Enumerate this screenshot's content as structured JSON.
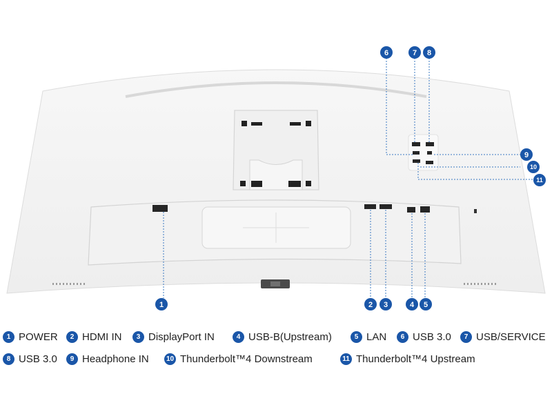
{
  "colors": {
    "accent": "#1a56a8",
    "monitor_body": "#f4f4f4",
    "port": "#2a2a2a"
  },
  "callouts": [
    {
      "num": "1",
      "label": "POWER"
    },
    {
      "num": "2",
      "label": "HDMI IN"
    },
    {
      "num": "3",
      "label": "DisplayPort IN"
    },
    {
      "num": "4",
      "label": "USB-B(Upstream)"
    },
    {
      "num": "5",
      "label": "LAN"
    },
    {
      "num": "6",
      "label": "USB 3.0"
    },
    {
      "num": "7",
      "label": "USB/SERVICE"
    },
    {
      "num": "8",
      "label": "USB 3.0"
    },
    {
      "num": "9",
      "label": "Headphone IN"
    },
    {
      "num": "10",
      "label": "Thunderbolt™4 Downstream"
    },
    {
      "num": "11",
      "label": "Thunderbolt™4 Upstream"
    }
  ]
}
